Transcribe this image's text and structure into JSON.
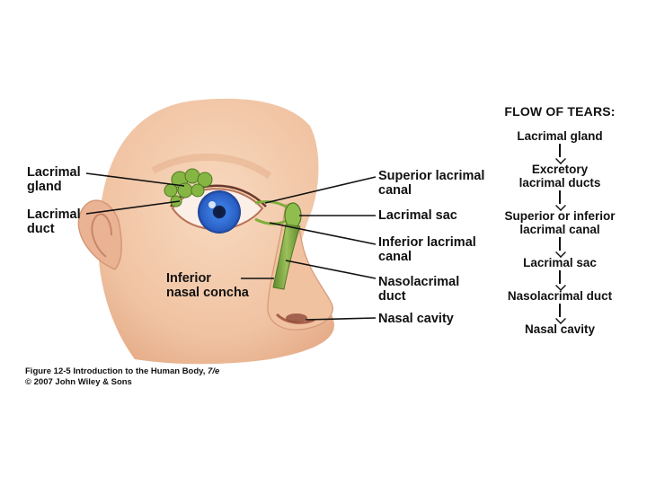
{
  "labels": {
    "lacrimal_gland": [
      "Lacrimal",
      "gland"
    ],
    "lacrimal_duct": [
      "Lacrimal",
      "duct"
    ],
    "inferior_nasal_concha": [
      "Inferior",
      "nasal concha"
    ],
    "superior_lacrimal_canal": [
      "Superior lacrimal",
      "canal"
    ],
    "lacrimal_sac": [
      "Lacrimal sac"
    ],
    "inferior_lacrimal_canal": [
      "Inferior lacrimal",
      "canal"
    ],
    "nasolacrimal_duct": [
      "Nasolacrimal",
      "duct"
    ],
    "nasal_cavity": [
      "Nasal cavity"
    ]
  },
  "flow": {
    "title": "FLOW OF TEARS:",
    "steps": [
      [
        "Lacrimal gland"
      ],
      [
        "Excretory",
        "lacrimal ducts"
      ],
      [
        "Superior or inferior",
        "lacrimal canal"
      ],
      [
        "Lacrimal sac"
      ],
      [
        "Nasolacrimal duct"
      ],
      [
        "Nasal cavity"
      ]
    ]
  },
  "caption": {
    "figure": "Figure 12-5  Introduction to the Human Body, ",
    "edition": "7/e",
    "copyright": "© 2007 John Wiley & Sons"
  },
  "colors": {
    "skin": "#f3c8a8",
    "skin_shadow": "#d99c7e",
    "iris": "#2f6fd6",
    "gland_green": "#7fae3a",
    "duct_green": "#6f9a3a"
  }
}
